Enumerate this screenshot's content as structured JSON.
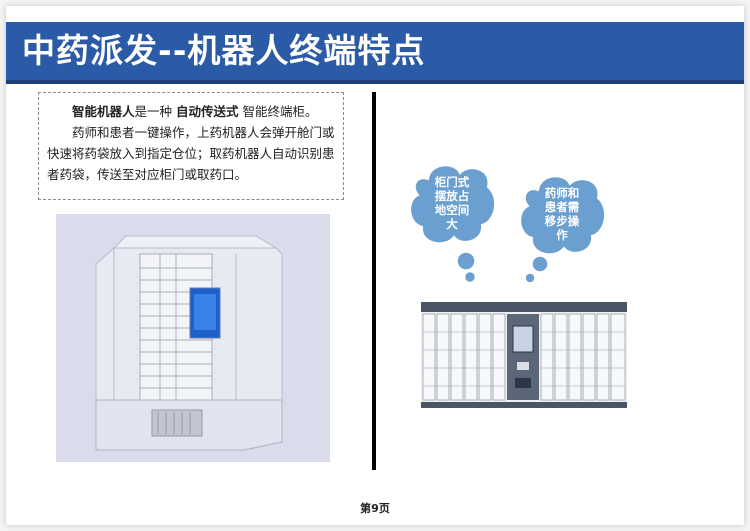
{
  "slide": {
    "title": "中药派发--机器人终端特点",
    "description": {
      "line1_bold_a": "智能机器人",
      "line1_text_a": "是一种 ",
      "line1_bold_b": "自动传送式",
      "line1_text_b": " 智能终端柜。",
      "paragraph2": "药师和患者一键操作，上药机器人会弹开舱门或快速将药袋放入到指定仓位；取药机器人自动识别患者药袋，传送至对应柜门或取药口。"
    },
    "bubbles": [
      {
        "lines": [
          "柜门式",
          "摆放占",
          "地空间",
          "大"
        ]
      },
      {
        "lines": [
          "药师和",
          "患者需",
          "移步操",
          "作"
        ]
      }
    ],
    "page_number": "第9页"
  },
  "colors": {
    "title_bar": "#2b5aa6",
    "bubble": "#6a9fcf",
    "divider": "#000000"
  }
}
